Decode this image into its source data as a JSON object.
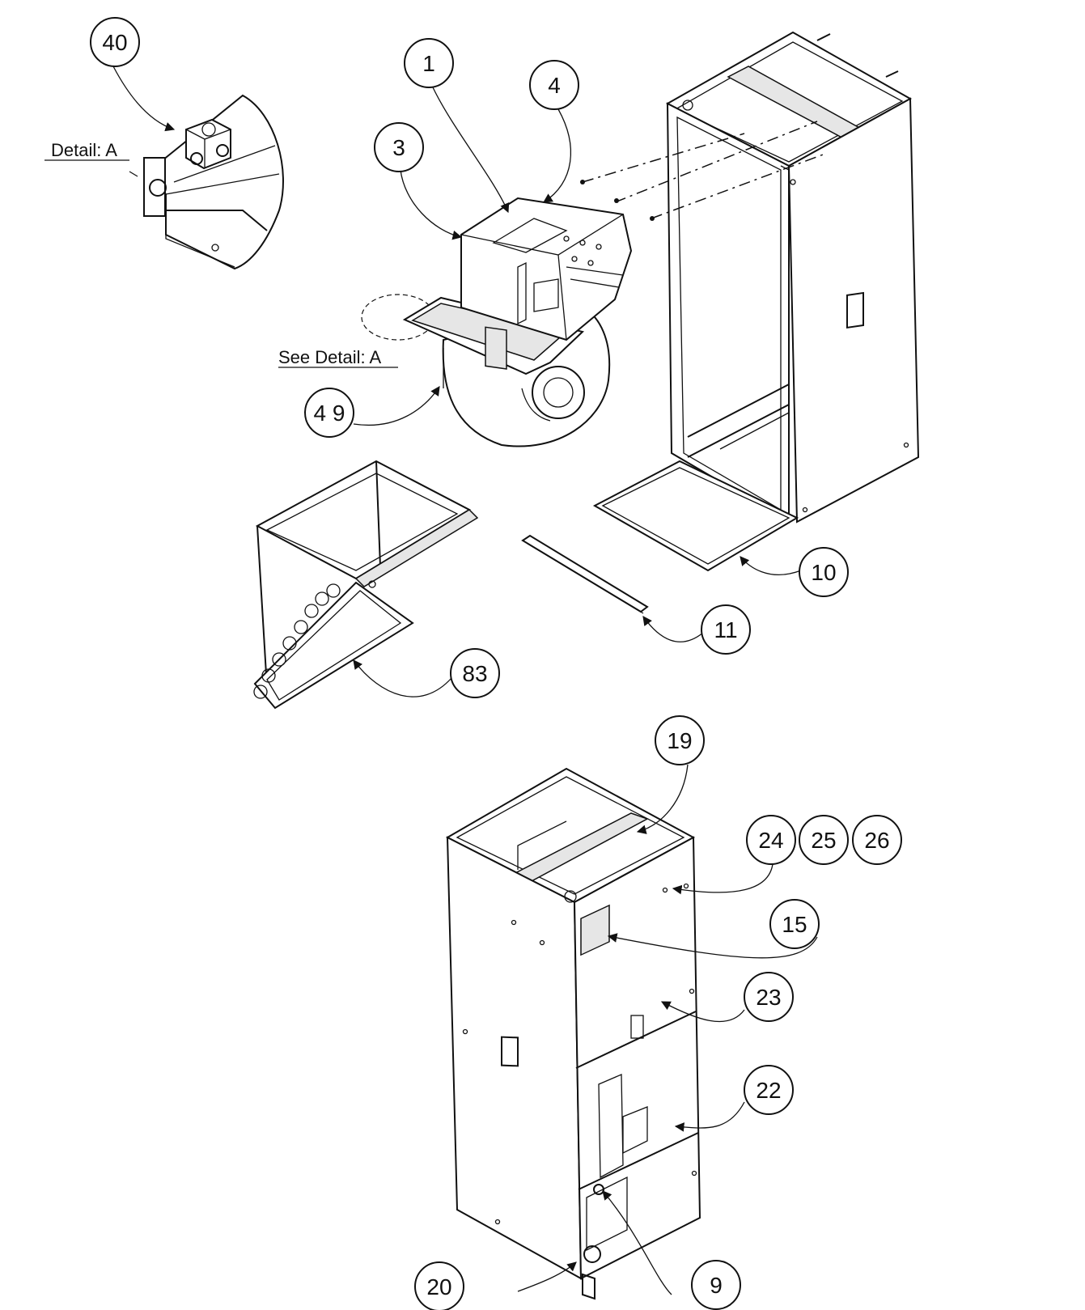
{
  "labels": {
    "detail_a": "Detail: A",
    "see_detail_a": "See Detail: A"
  },
  "callouts": {
    "c40": "40",
    "c1": "1",
    "c4": "4",
    "c3": "3",
    "c49": "4 9",
    "c10": "10",
    "c11": "11",
    "c83": "83",
    "c19": "19",
    "c24": "24",
    "c25": "25",
    "c26": "26",
    "c15": "15",
    "c23": "23",
    "c22": "22",
    "c20": "20",
    "c9": "9"
  }
}
